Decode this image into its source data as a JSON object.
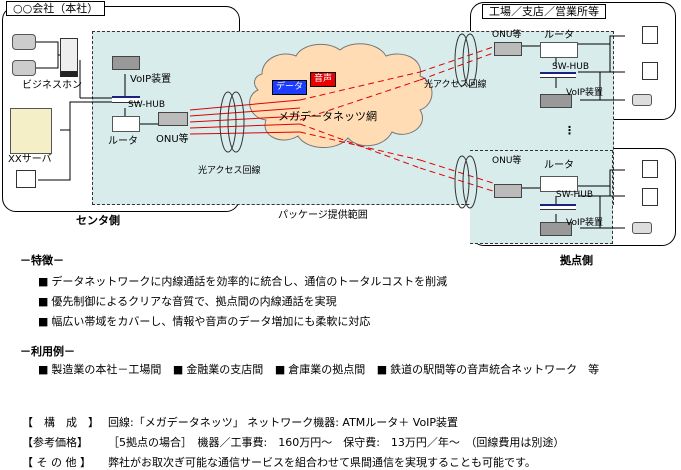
{
  "diagram": {
    "hq_title": "○○会社（本社）",
    "branch_title": "工場／支店／営業所等",
    "center_side": "センタ側",
    "branch_side": "拠点側",
    "package_range": "パッケージ提供範囲",
    "cloud_label": "メガデータネッツ網",
    "data_badge": "データ",
    "voice_badge": "音声",
    "hq": {
      "phone": "ビジネスホン",
      "voip": "VoIP装置",
      "swhub": "SW-HUB",
      "router": "ルータ",
      "onu": "ONU等",
      "server": "XXサーバ",
      "optical": "光アクセス回線"
    },
    "branch_top": {
      "optical": "光アクセス回線",
      "onu": "ONU等",
      "router": "ルータ",
      "swhub": "SW-HUB",
      "voip": "VoIP装置"
    },
    "branch_bottom": {
      "onu": "ONU等",
      "router": "ルータ",
      "swhub": "SW-HUB",
      "voip": "VoIP装置"
    },
    "ellipsis": "⋮",
    "colors": {
      "package_bg": "#d9ecec",
      "cloud": "#ffdcb4",
      "data_badge": "#1e3cff",
      "voice_badge": "#e60000",
      "link": "#e00000"
    }
  },
  "features": {
    "heading": "－特徴－",
    "items": [
      "データネットワークに内線通話を効率的に統合し、通信のトータルコストを削減",
      "優先制御によるクリアな音質で、拠点間の内線通話を実現",
      "幅広い帯域をカバーし、情報や音声のデータ増加にも柔軟に対応"
    ]
  },
  "usage": {
    "heading": "－利用例－",
    "items": [
      "製造業の本社－工場間",
      "金融業の支店間",
      "倉庫業の拠点間",
      "鉄道の駅間等の音声統合ネットワーク　等"
    ]
  },
  "specs": [
    {
      "key": "【　構　成　】",
      "value": "回線:「メガデータネッツ」 ネットワーク機器: ATMルータ＋ VoIP装置"
    },
    {
      "key": "【参考価格】",
      "value": "［5拠点の場合］　機器／工事費:　160万円～　保守費:　13万円／年～　（回線費用は別途）"
    },
    {
      "key": "【 そ の 他 】",
      "value": "弊社がお取次ぎ可能な通信サービスを組合わせて県間通信を実現することも可能です。"
    }
  ]
}
